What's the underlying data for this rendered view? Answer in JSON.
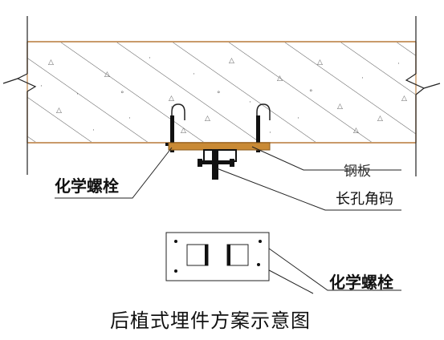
{
  "labels": {
    "chemical_bolt_left": "化学螺栓",
    "steel_plate": "钢板",
    "slotted_angle": "长孔角码",
    "chemical_bolt_right": "化学螺栓",
    "title": "后植式埋件方案示意图"
  },
  "colors": {
    "slab_border": "#c99a6a",
    "concrete_hatch": "#555555",
    "steel_plate": "#c98a35",
    "bolt": "#111111",
    "leader_line": "#222222"
  }
}
